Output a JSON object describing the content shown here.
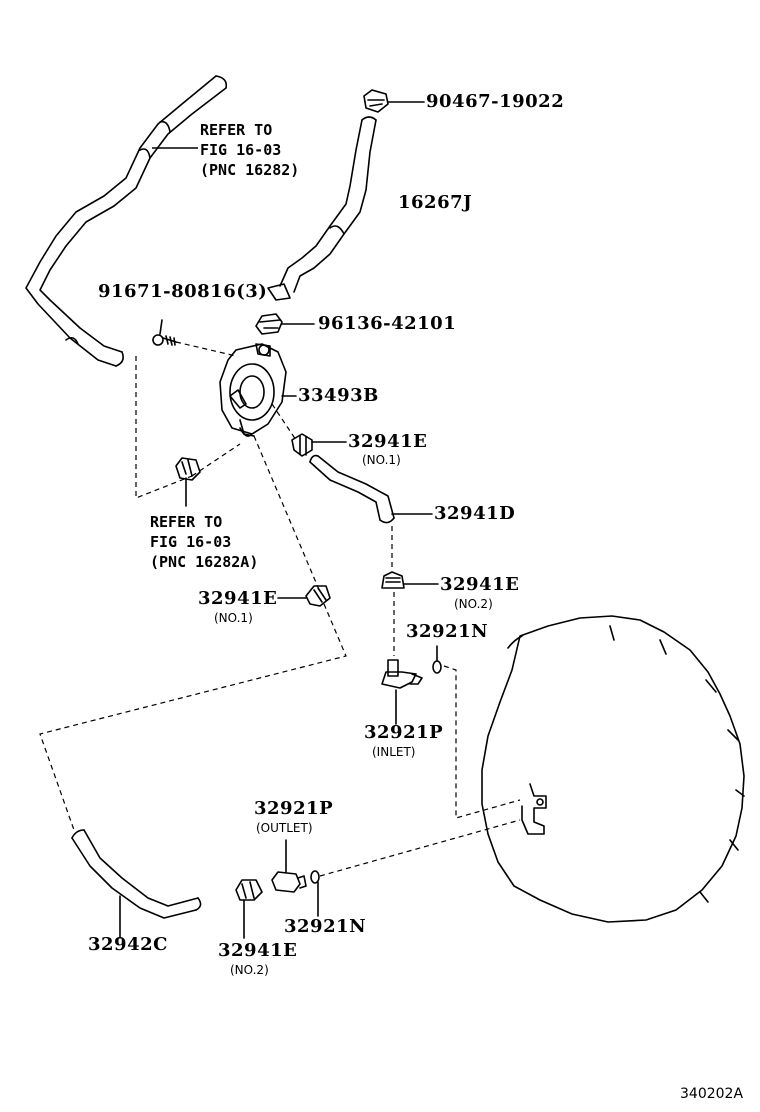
{
  "labels": {
    "p90467": "90467-19022",
    "p16267j": "16267J",
    "p91671": "91671-80816(3)",
    "p96136": "96136-42101",
    "p33493b": "33493B",
    "p32941e_top": "32941E",
    "p32941e_top_sub": "(NO.1)",
    "p32941d": "32941D",
    "p32941e_mid": "32941E",
    "p32941e_mid_sub": "(NO.2)",
    "p32941e_left": "32941E",
    "p32941e_left_sub": "(NO.1)",
    "p32921n_top": "32921N",
    "p32921p_inlet": "32921P",
    "p32921p_inlet_sub": "(INLET)",
    "p32921p_outlet": "32921P",
    "p32921p_outlet_sub": "(OUTLET)",
    "p32921n_bottom": "32921N",
    "p32942c": "32942C",
    "p32941e_bottom": "32941E",
    "p32941e_bottom_sub": "(NO.2)"
  },
  "refer_top": {
    "line1": "REFER TO",
    "line2": "FIG 16-03",
    "line3": "(PNC 16282)"
  },
  "refer_mid": {
    "line1": "REFER TO",
    "line2": "FIG 16-03",
    "line3": "(PNC 16282A)"
  },
  "diagram_code": "340202A"
}
